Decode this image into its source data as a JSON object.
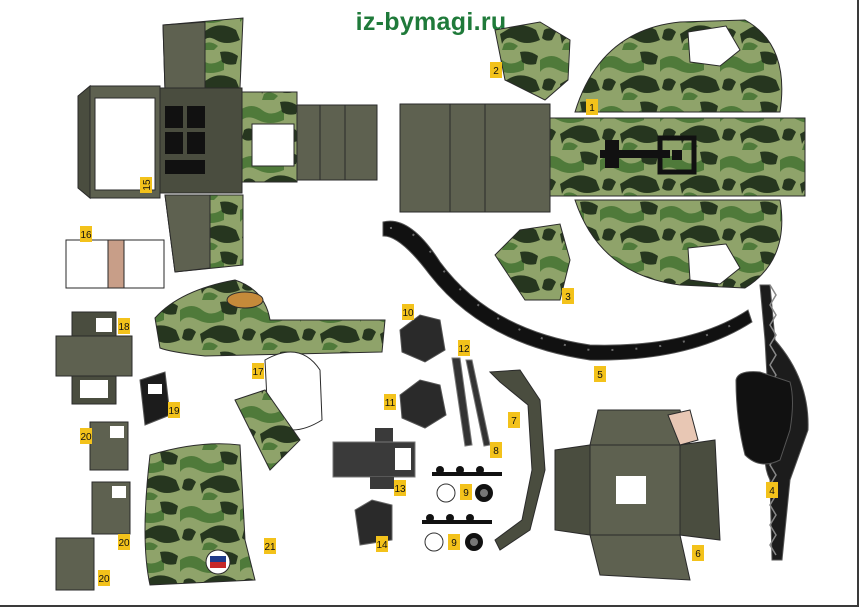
{
  "site_title": "iz-bymagi.ru",
  "part_labels": {
    "p1": "1",
    "p2": "2",
    "p3": "3",
    "p4": "4",
    "p5": "5",
    "p6": "6",
    "p7": "7",
    "p8": "8",
    "p9a": "9",
    "p9b": "9",
    "p10": "10",
    "p11": "11",
    "p12": "12",
    "p13": "13",
    "p14": "14",
    "p15": "15",
    "p16": "16",
    "p17": "17",
    "p18": "18",
    "p19": "19",
    "p20a": "20",
    "p20b": "20",
    "p20c": "20",
    "p21": "21"
  },
  "colors": {
    "label_bg": "#f3c21b",
    "olive": "#5e6150",
    "olive_dark": "#4a4d3f",
    "camo_light": "#8fa36a",
    "camo_mid": "#4f7a3a",
    "camo_dark": "#26361f",
    "panel_black": "#1c1c1c",
    "title_green": "#1f7a3a"
  }
}
